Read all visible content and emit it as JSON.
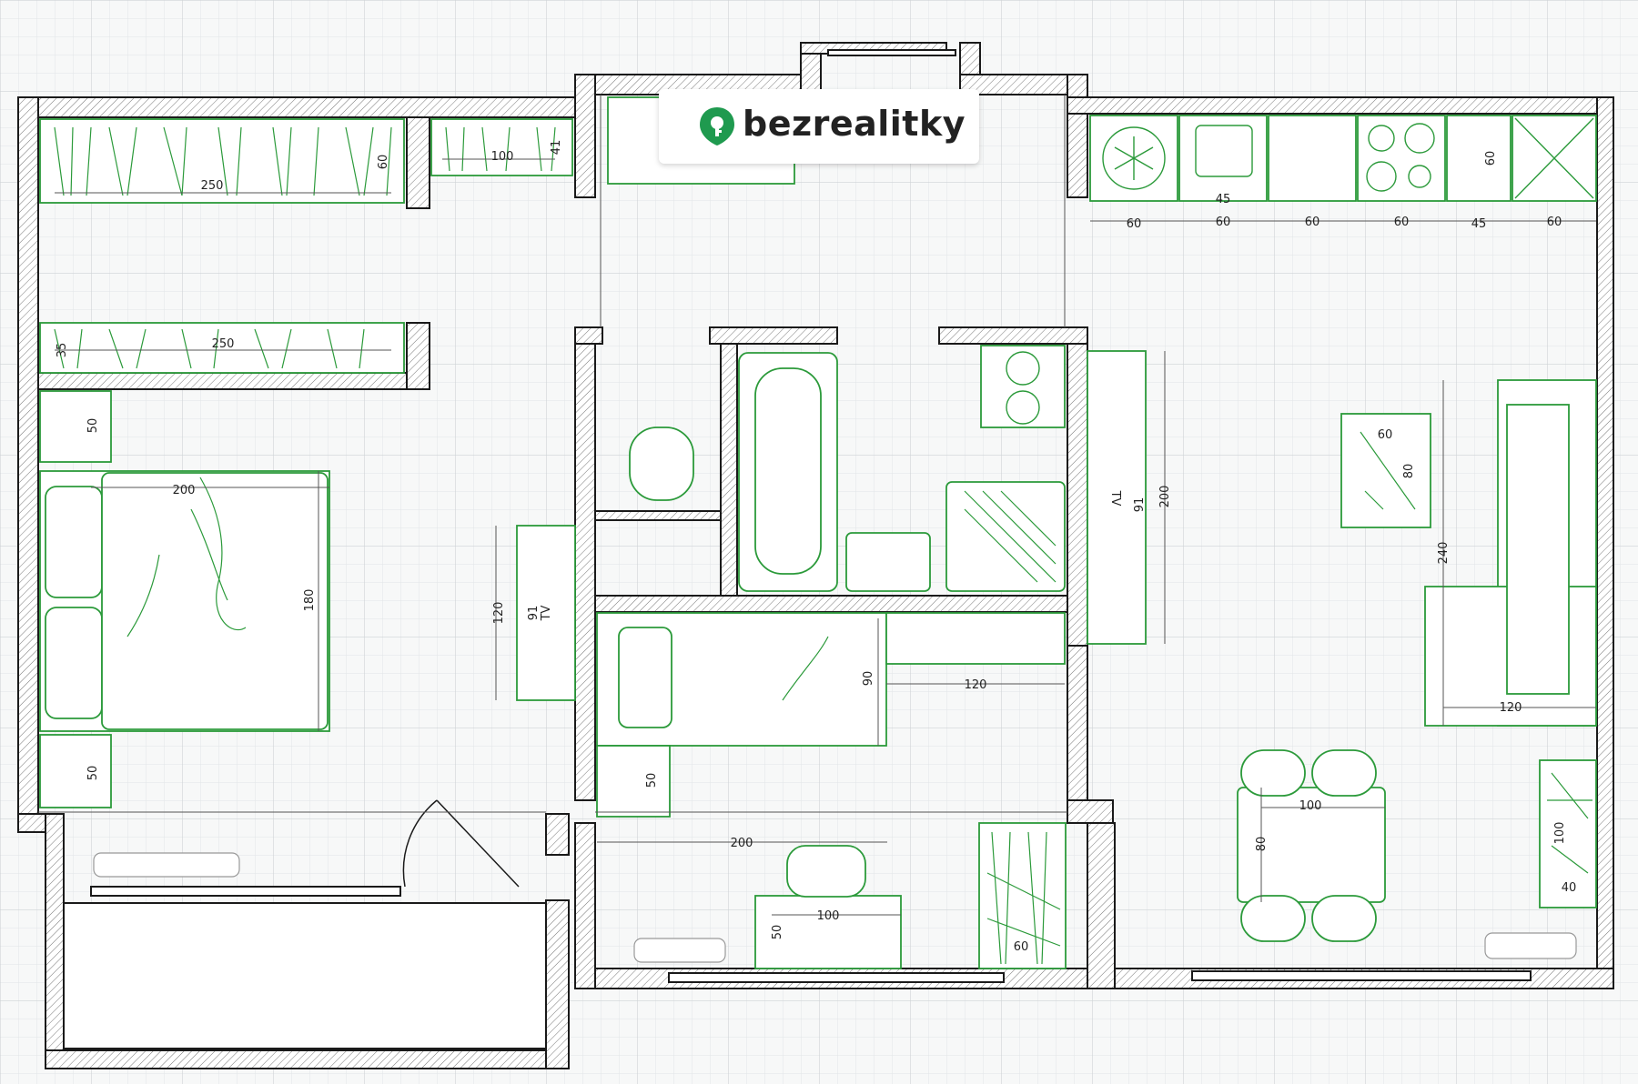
{
  "brand": {
    "name": "bezrealitky",
    "accent": "#1f9a4f"
  },
  "colors": {
    "wall": "#1a1a1a",
    "furniture": "#2b9a3a",
    "grid": "#d6dadd",
    "background": "#f7f8f8",
    "dimension_line": "#555555"
  },
  "dimensions": {
    "wardrobe_top_length": "250",
    "wardrobe_top_depth": "60",
    "wardrobe_bottom_length": "250",
    "wardrobe_bottom_depth": "35",
    "hall_shelf_length": "100",
    "hall_shelf_depth": "41",
    "nightstand_top": "50",
    "nightstand_bottom": "50",
    "double_bed_length": "200",
    "double_bed_width": "180",
    "tv_unit_bedroom_length": "120",
    "tv_bedroom_width": "91",
    "tv_bedroom_label": "TV",
    "single_bed_width": "90",
    "desk_shelf_length": "120",
    "kids_nightstand": "50",
    "kids_room_length": "200",
    "desk_length": "100",
    "desk_depth": "50",
    "kids_wardrobe_depth": "60",
    "kitchen_units": [
      "60",
      "60",
      "60",
      "60",
      "45",
      "60"
    ],
    "sink_depth": "45",
    "kitchen_depth": "60",
    "tv_living_width": "91",
    "tv_living_label": "TV",
    "living_wall_length": "200",
    "coffee_table_length": "60",
    "coffee_table_width": "80",
    "sofa_length": "240",
    "sofa_depth": "120",
    "dining_table_length": "100",
    "dining_table_width": "80",
    "living_shelf_length": "100",
    "living_shelf_depth": "40"
  }
}
